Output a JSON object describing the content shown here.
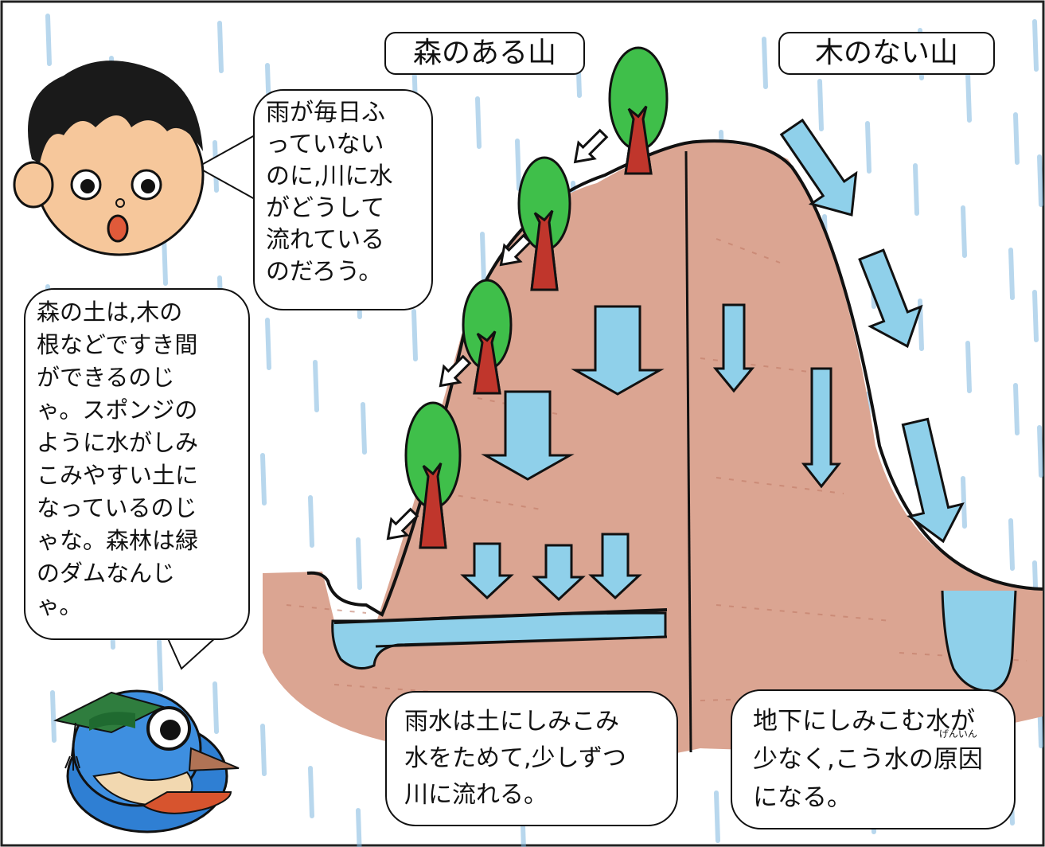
{
  "labels": {
    "forest_mountain": "森のある山",
    "bare_mountain": "木のない山"
  },
  "boy_question": [
    "雨が毎日ふ",
    "っていない",
    "のに,川に水",
    "がどうして",
    "流れている",
    "のだろう。"
  ],
  "bird_explanation": [
    "森の土は,木の",
    "根などですき間",
    "ができるのじ",
    "ゃ。スポンジの",
    "ように水がしみ",
    "こみやすい土に",
    "なっているのじ",
    "ゃな。森林は緑",
    "のダムなんじ",
    "ゃ。"
  ],
  "forest_caption": [
    "雨水は土にしみこみ",
    "水をためて,少しずつ",
    "川に流れる。"
  ],
  "bare_caption": {
    "line1": "地下にしみこむ水が",
    "line2_pre": "少なく,こう水の",
    "ruby_base": "原因",
    "ruby_text": "げんいん",
    "line3": "になる。"
  },
  "colors": {
    "rain": "#7fb8e0",
    "soil": "#d9a18f",
    "soil_dark": "#b86d5a",
    "water": "#8fd0ea",
    "leaf": "#3fbf4a",
    "trunk": "#c0362c",
    "skin": "#f6c79b",
    "bird_blue": "#2f7fd3"
  },
  "icons": [
    "boy-face-icon",
    "kingfisher-professor-icon",
    "tree-icon",
    "down-arrow-icon",
    "diagonal-arrow-icon"
  ]
}
